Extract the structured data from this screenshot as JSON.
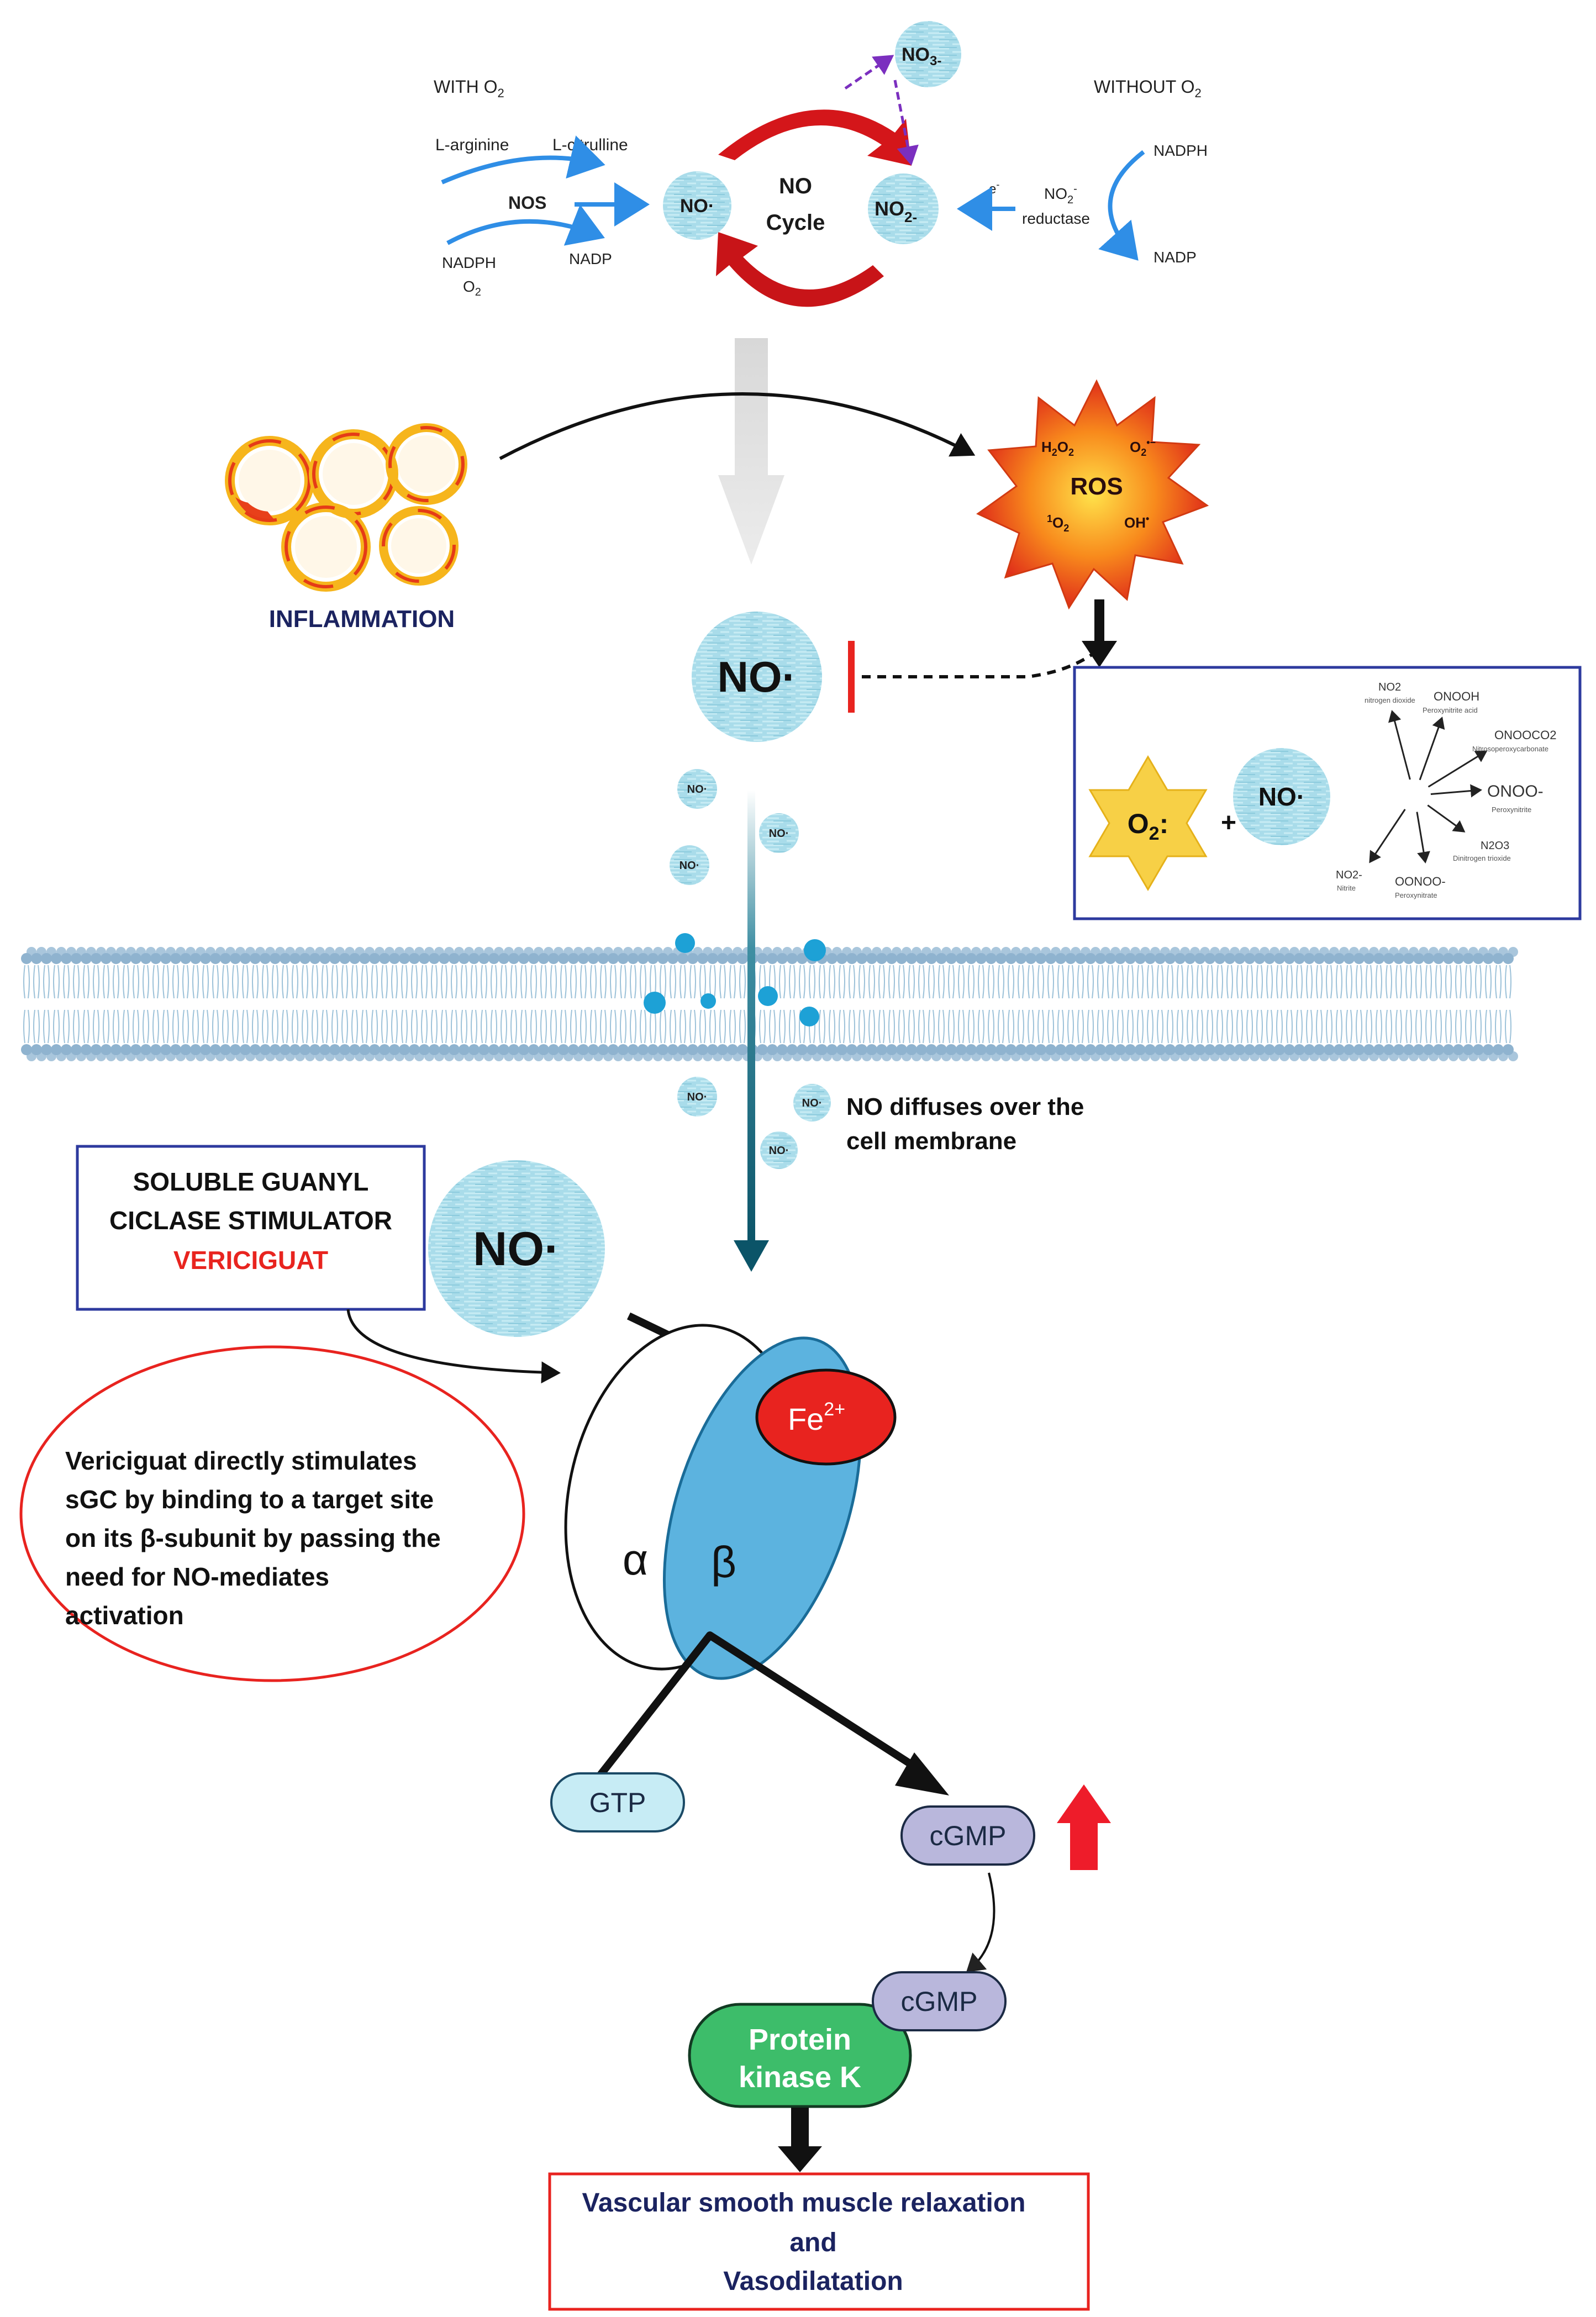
{
  "no_cycle": {
    "with_o2": "WITH O",
    "with_o2_sub": "2",
    "l_arginine": "L-arginine",
    "l_citrulline": "L-citrulline",
    "nos": "NOS",
    "nadph_left": "NADPH",
    "o2_left": "O",
    "o2_left_sub": "2",
    "nadp_left": "NADP",
    "no_radical": "NO·",
    "cycle_title_1": "NO",
    "cycle_title_2": "Cycle",
    "no2": "NO",
    "no2_sup": "2-",
    "no3": "NO",
    "no3_sub": "3-",
    "electron": "e",
    "electron_sup": "-",
    "no2_reductase_1": "NO",
    "no2_reductase_1_sup": "2",
    "no2_reductase_1_sup2": "-",
    "no2_reductase_2": "reductase",
    "without_o2": "WITHOUT O",
    "without_o2_sub": "2",
    "nadph_right": "NADPH",
    "nadp_right": "NADP"
  },
  "inflammation_label": "INFLAMMATION",
  "ros": {
    "title": "ROS",
    "h2o2": "H",
    "h2o2_a": "2",
    "h2o2_b": "O",
    "h2o2_c": "2",
    "o2rad": "O",
    "o2rad_sub": "2",
    "o2rad_sup": "•−",
    "singlet_sup": "1",
    "singlet": "O",
    "singlet_sub": "2",
    "oh": "OH",
    "oh_sup": "•"
  },
  "main_no": "NO·",
  "reaction_box": {
    "o2_label": "O",
    "o2_sub": "2",
    "o2_colon": ":",
    "plus": "+",
    "no_label": "NO·",
    "products": [
      {
        "formula": "NO2",
        "name": "nitrogen dioxide"
      },
      {
        "formula": "ONOOH",
        "name": "Peroxynitrite acid"
      },
      {
        "formula": "ONOOCO2",
        "name": "Nitrosoperoxycarbonate"
      },
      {
        "formula": "ONOO-",
        "name": "Peroxynitrite"
      },
      {
        "formula": "N2O3",
        "name": "Dinitrogen trioxide"
      },
      {
        "formula": "OONOO-",
        "name": "Peroxynitrate"
      },
      {
        "formula": "NO2-",
        "name": "Nitrite"
      }
    ]
  },
  "small_no": "NO·",
  "diffuses_line1": "NO diffuses over the",
  "diffuses_line2": "cell membrane",
  "sgc_box": {
    "line1": "SOLUBLE GUANYL",
    "line2": "CICLASE STIMULATOR",
    "drug": "VERICIGUAT"
  },
  "lower_no": "NO·",
  "ellipse_text": [
    "Vericiguat directly stimulates",
    "sGC by binding to a target site",
    "on its β-subunit by passing the",
    "need for NO-mediates",
    "activation"
  ],
  "alpha": "α",
  "beta": "β",
  "fe": "Fe",
  "fe_sup": "2+",
  "gtp": "GTP",
  "cgmp": "cGMP",
  "cgmp2": "cGMP",
  "pk_line1": "Protein",
  "pk_line2": "kinase K",
  "result_line1": "Vascular smooth muscle relaxation",
  "result_line2": "and",
  "result_line3": "Vasodilatation",
  "colors": {
    "blue_arrow": "#2f8ee6",
    "red_cycle": "#d4161a",
    "teal": "#0e5f73",
    "no_bubble": "#a7dbe8",
    "ros": "#ee5a1a",
    "sgc_beta": "#5cb3df",
    "fe": "#e8231f",
    "protein_kinase": "#3dbd6a",
    "cgmp": "#b9b7dc",
    "gtp": "#c7ecf5",
    "drug_red": "#e8241f",
    "box_blue": "#2d3a9e",
    "navy_text": "#1b2360"
  }
}
